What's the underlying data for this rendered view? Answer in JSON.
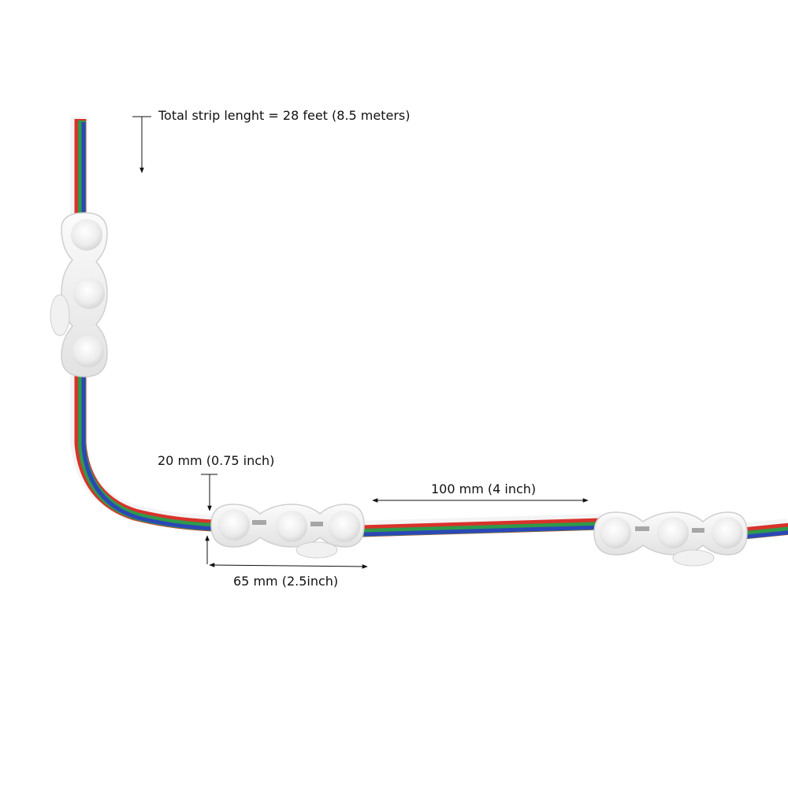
{
  "annotations": {
    "total_length": "Total strip lenght = 28 feet (8.5 meters)",
    "module_height": "20 mm (0.75 inch)",
    "module_spacing": "100 mm (4 inch)",
    "module_length": "65 mm (2.5inch)"
  },
  "wire_colors": {
    "red": "#d9322b",
    "green": "#2f9a4a",
    "blue": "#2c47b8",
    "white": "#f4f4f4"
  },
  "module_color": "#eeeeee",
  "dimension_line_color": "#111111"
}
